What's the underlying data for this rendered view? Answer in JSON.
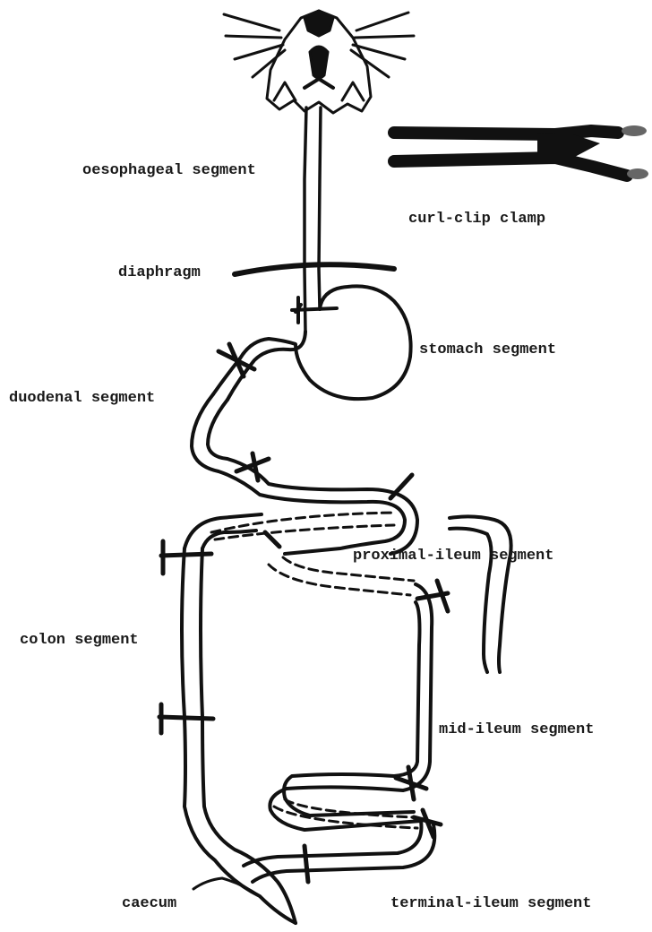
{
  "labels": {
    "oesophageal_segment": "oesophageal segment",
    "curl_clip_clamp": "curl-clip clamp",
    "diaphragm": "diaphragm",
    "stomach_segment": "stomach segment",
    "duodenal_segment": "duodenal segment",
    "proximal_ileum_segment": "proximal-ileum segment",
    "colon_segment": "colon segment",
    "mid_ileum_segment": "mid-ileum segment",
    "caecum": "caecum",
    "terminal_ileum_segment": "terminal-ileum segment"
  },
  "colors": {
    "ink": "#111111",
    "paper": "#ffffff"
  }
}
